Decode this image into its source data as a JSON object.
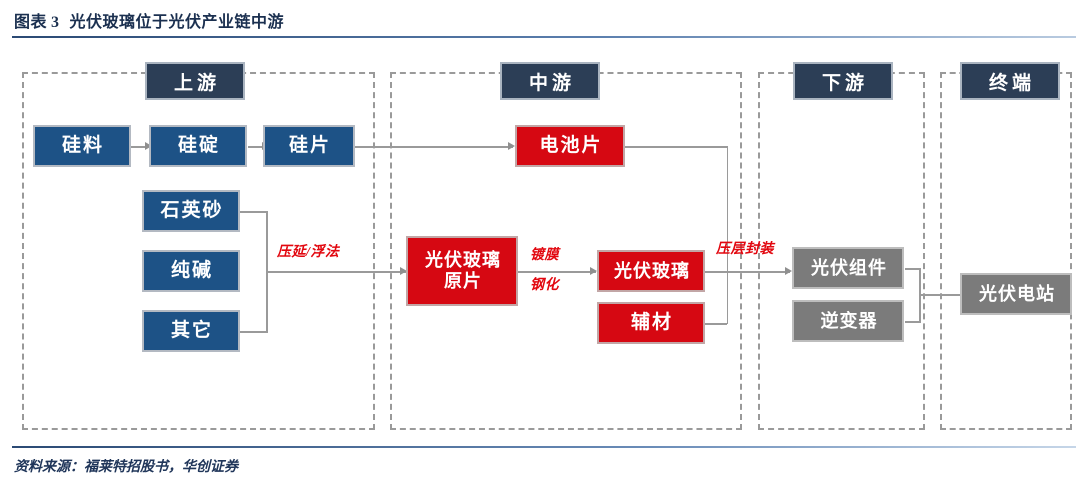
{
  "figure": {
    "label": "图表",
    "number": "3",
    "title": "光伏玻璃位于光伏产业链中游",
    "source_text": "资料来源：福莱特招股书，华创证券"
  },
  "colors": {
    "title_blue": "#1b3050",
    "header_navy": "#2c3e56",
    "node_blue": "#1d5286",
    "node_red": "#d60812",
    "node_gray": "#7b7b7b",
    "process_red": "#e2070f",
    "connector_gray": "#9a9a9a"
  },
  "stages": [
    {
      "id": "upstream",
      "label": "上游"
    },
    {
      "id": "midstream",
      "label": "中游"
    },
    {
      "id": "downstream",
      "label": "下游"
    },
    {
      "id": "terminal",
      "label": "终端"
    }
  ],
  "nodes": {
    "silicon_material": {
      "label": "硅料",
      "stage": "upstream",
      "color": "blue"
    },
    "silicon_ingot": {
      "label": "硅碇",
      "stage": "upstream",
      "color": "blue"
    },
    "silicon_wafer": {
      "label": "硅片",
      "stage": "upstream",
      "color": "blue"
    },
    "quartz_sand": {
      "label": "石英砂",
      "stage": "upstream",
      "color": "blue"
    },
    "soda_ash": {
      "label": "纯碱",
      "stage": "upstream",
      "color": "blue"
    },
    "others": {
      "label": "其它",
      "stage": "upstream",
      "color": "blue"
    },
    "solar_cell": {
      "label": "电池片",
      "stage": "midstream",
      "color": "red"
    },
    "pv_glass_raw_1": {
      "label": "光伏玻璃",
      "stage": "midstream",
      "color": "red"
    },
    "pv_glass_raw_2": {
      "label": "原片",
      "stage": "midstream",
      "color": "red"
    },
    "pv_glass": {
      "label": "光伏玻璃",
      "stage": "midstream",
      "color": "red"
    },
    "aux_material": {
      "label": "辅材",
      "stage": "midstream",
      "color": "red"
    },
    "pv_module": {
      "label": "光伏组件",
      "stage": "downstream",
      "color": "gray"
    },
    "inverter": {
      "label": "逆变器",
      "stage": "downstream",
      "color": "gray"
    },
    "pv_power_station": {
      "label": "光伏电站",
      "stage": "terminal",
      "color": "gray"
    }
  },
  "process_labels": {
    "rolling_float": "压延/浮法",
    "coating": "镀膜",
    "tempering": "钢化",
    "lamination": "压层封装"
  }
}
